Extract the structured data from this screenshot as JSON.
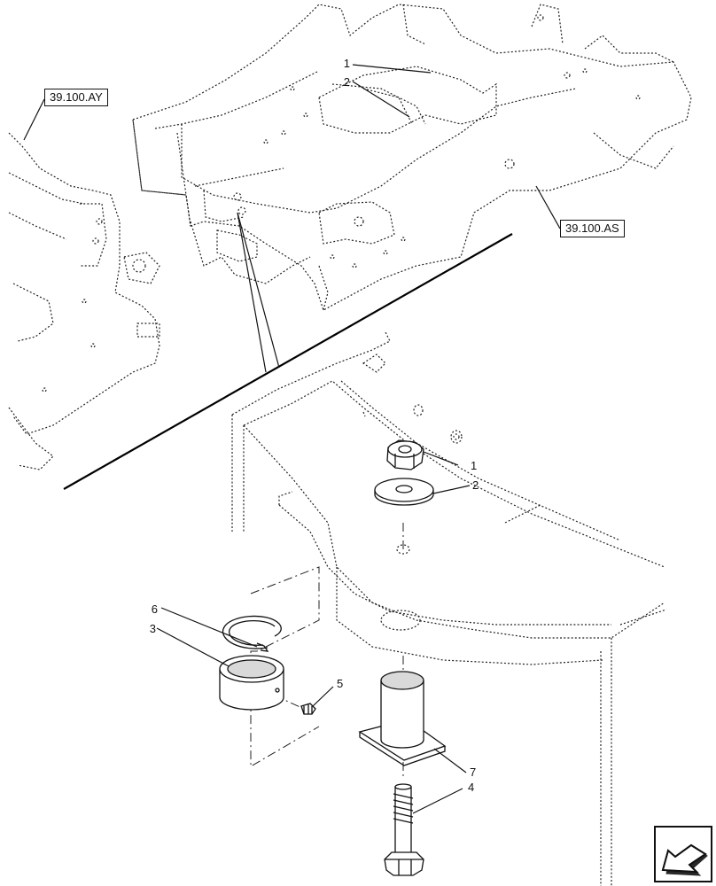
{
  "references": {
    "ref_left": "39.100.AY",
    "ref_right": "39.100.AS"
  },
  "callouts": [
    {
      "id": "c1a",
      "label": "1"
    },
    {
      "id": "c2a",
      "label": "2"
    },
    {
      "id": "c1b",
      "label": "1"
    },
    {
      "id": "c2b",
      "label": "2"
    },
    {
      "id": "c6",
      "label": "6"
    },
    {
      "id": "c3",
      "label": "3"
    },
    {
      "id": "c5",
      "label": "5"
    },
    {
      "id": "c7",
      "label": "7"
    },
    {
      "id": "c4",
      "label": "4"
    }
  ],
  "nav": {
    "icon": "next-page-arrow-icon"
  }
}
